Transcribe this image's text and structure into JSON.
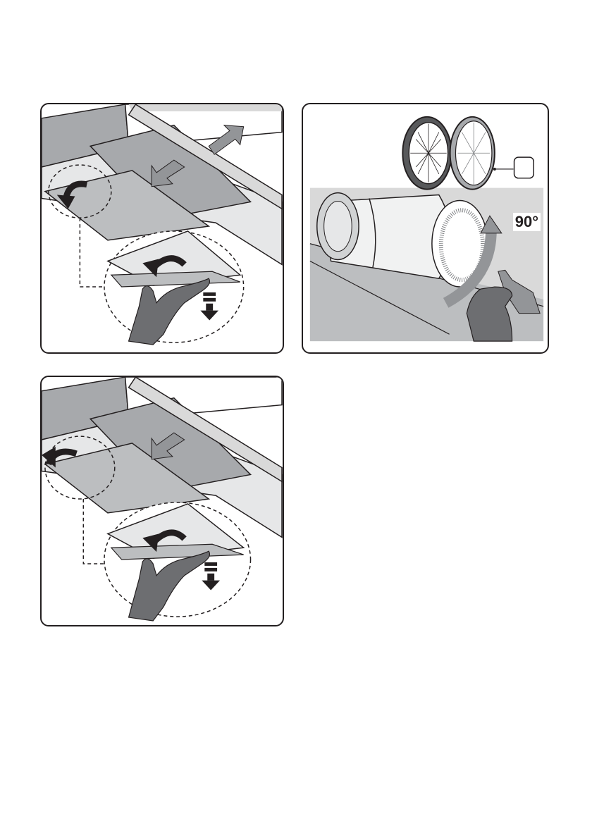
{
  "figure": {
    "panels": [
      {
        "id": "panel-1",
        "description_icon": "filter-removal-rear"
      },
      {
        "id": "panel-2",
        "description_icon": "carbon-filter-install"
      },
      {
        "id": "panel-3",
        "description_icon": "filter-removal-front"
      }
    ],
    "rotation_label": "90°"
  },
  "colors": {
    "line": "#231f20",
    "grey_light": "#d9d9d9",
    "grey_mid": "#a7a9ac",
    "grey_dark": "#808285",
    "hand": "#6d6e71"
  }
}
